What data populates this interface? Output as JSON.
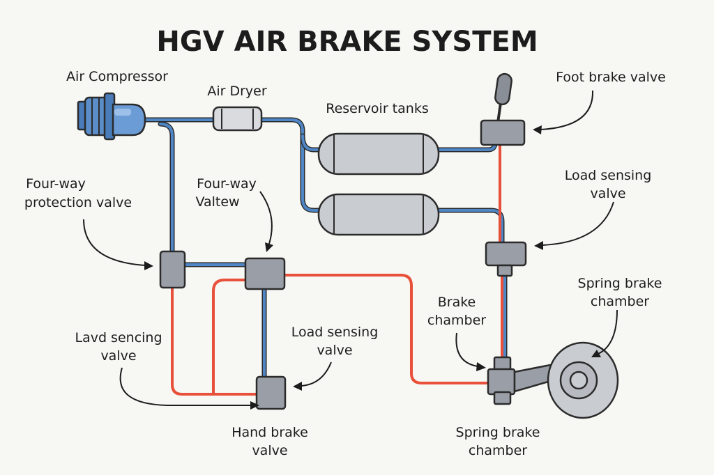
{
  "title": "HGV AIR BRAKE SYSTEM",
  "labels": {
    "air_compressor": "Air Compressor",
    "air_dryer": "Air Dryer",
    "reservoir_tanks": "Reservoir tanks",
    "foot_brake_valve": "Foot brake valve",
    "four_way_left_1": "Four-way",
    "four_way_left_2": "protection valve",
    "four_way_mid_1": "Four-way",
    "four_way_mid_2": "Valtew",
    "load_sensing_right_1": "Load sensing",
    "load_sensing_right_2": "valve",
    "spring_brake_right_1": "Spring brake",
    "spring_brake_right_2": "chamber",
    "brake_chamber_1": "Brake",
    "brake_chamber_2": "chamber",
    "lavd_sencing_1": "Lavd sencing",
    "lavd_sencing_2": "valve",
    "load_sensing_mid_1": "Load sensing",
    "load_sensing_mid_2": "valve",
    "hand_brake_1": "Hand brake",
    "hand_brake_2": "valve",
    "spring_brake_bottom_1": "Spring brake",
    "spring_brake_bottom_2": "chamber"
  },
  "colors": {
    "supply_line": "#4f86c6",
    "control_line": "#e8503a",
    "component": "#9a9ea6",
    "compressor": "#5b8ec9"
  }
}
